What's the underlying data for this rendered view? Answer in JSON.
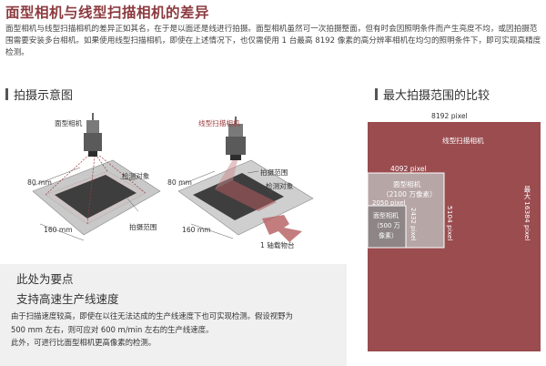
{
  "title": "面型相机与线型扫描相机的差异",
  "intro": "面型相机与线型扫描相机的差异正如其名，在于是以面还是线进行拍摄。面型相机虽然可一次拍摄整面，但有时会因照明条件而产生亮度不均，或因拍摄范围需要安装多台相机。如果使用线型扫描相机，即使在上述情况下，也仅需使用 1 台最高 8192 像素的高分辨率相机在均匀的照明条件下，即可实现高精度检测。",
  "left_section": {
    "heading": "拍摄示意图",
    "area_camera_label": "面型相机",
    "line_camera_label": "线型扫描相机",
    "object_label_left": "检测对象",
    "object_label_right": "检测对象",
    "range_label_left": "拍摄范围",
    "range_label_right": "拍摄范围",
    "dim_80_left": "80 mm",
    "dim_160_left": "160 mm",
    "dim_80_right": "80 mm",
    "dim_160_right": "160 mm",
    "stage_label": "1 轴载物台"
  },
  "right_section": {
    "heading": "最大拍摄范围的比较",
    "top_width": "8192 pixel",
    "line_camera_title": "线型扫描相机",
    "max_height": "最大 16384 pixel",
    "mid_width": "4092 pixel",
    "mid_title": "面型相机",
    "mid_sub": "（2100 万像素）",
    "mid_height": "5104 pixel",
    "small_width": "2050 pixel",
    "small_title": "面型相机",
    "small_sub1": "（500 万",
    "small_sub2": "像素）",
    "small_height": "2432 pixel"
  },
  "note": {
    "heading1": "此处为要点",
    "heading2": "支持高速生产线速度",
    "body_lines": [
      "由于扫描速度较高，即使在以往无法达成的生产线速度下也可实现检测。假设视野为",
      "500 mm 左右，则可应对 600 m/min 左右的生产线速度。",
      "此外，可进行比面型相机更高像素的检测。"
    ]
  },
  "colors": {
    "title": "#8c3a3f",
    "large_box": "#9a4c4f",
    "mid_box": "#b7a6a6",
    "small_box": "#8e8686",
    "note_bg": "#f0f0f0"
  }
}
